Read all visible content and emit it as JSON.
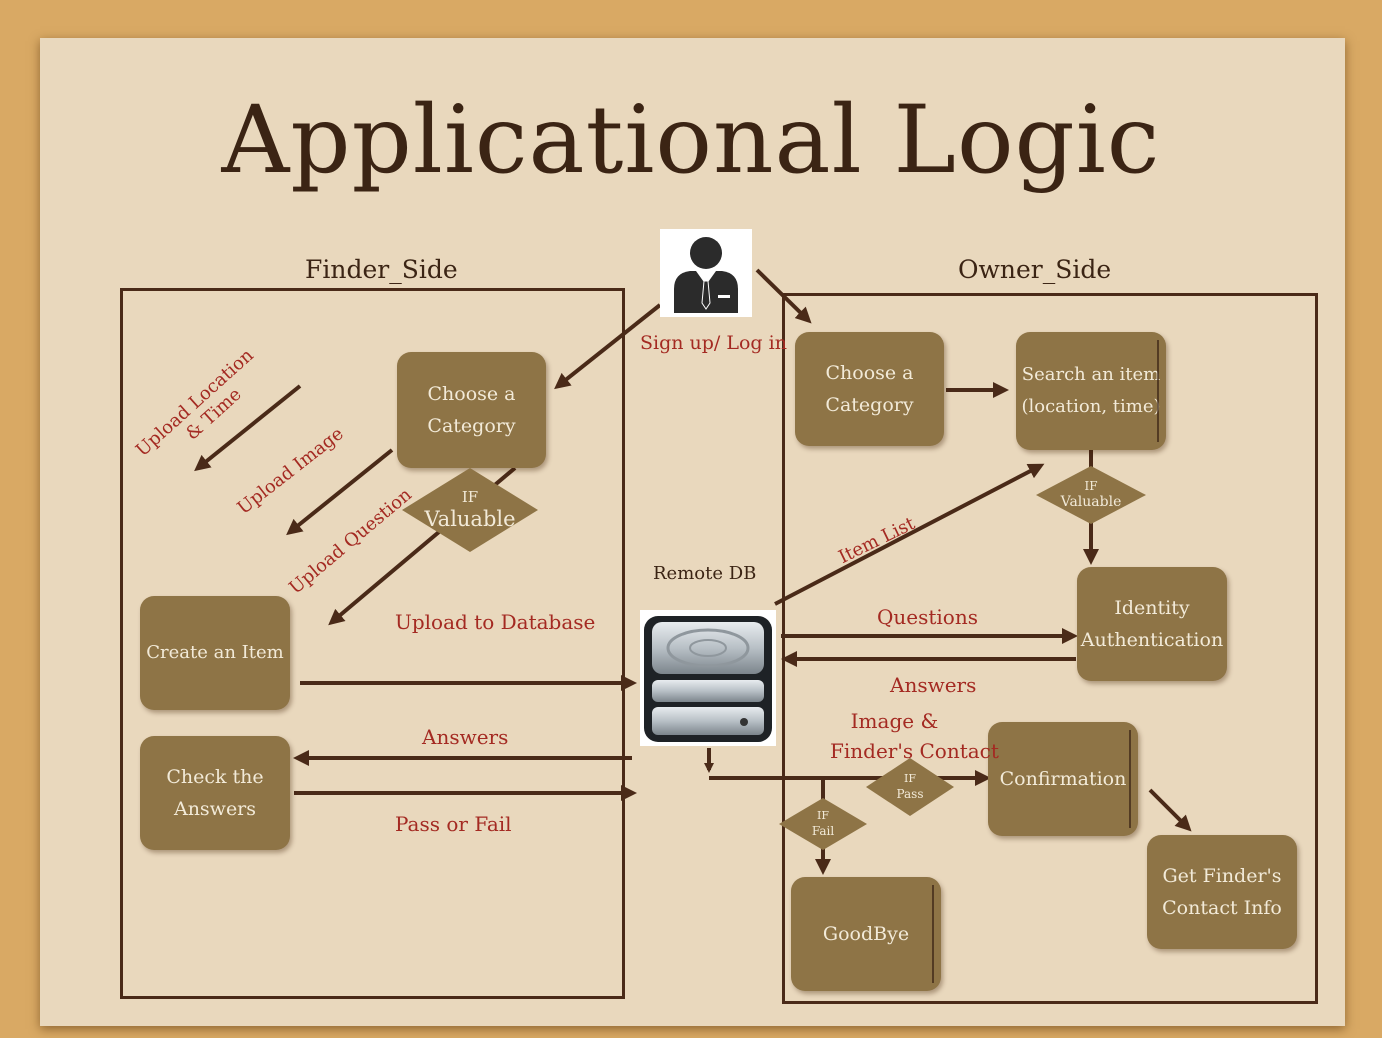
{
  "title": "Applicational Logic",
  "finder_side_label": "Finder_Side",
  "owner_side_label": "Owner_Side",
  "sign_up_label": "Sign up/ Log in",
  "remote_db_label": "Remote DB",
  "finder": {
    "choose_category": [
      "Choose a",
      "Category"
    ],
    "if_valuable": [
      "IF",
      "Valuable"
    ],
    "create_item": "Create an Item",
    "check_answers": [
      "Check the",
      "Answers"
    ],
    "upload_location": [
      "Upload Location",
      "& Time"
    ],
    "upload_image": "Upload Image",
    "upload_question": "Upload Question",
    "upload_to_database": "Upload to Database",
    "answers": "Answers",
    "pass_or_fail": "Pass or Fail"
  },
  "owner": {
    "choose_category": [
      "Choose a",
      "Category"
    ],
    "search_item": [
      "Search an item",
      "(location, time)"
    ],
    "if_valuable": [
      "IF",
      "Valuable"
    ],
    "identity_auth": [
      "Identity",
      "Authentication"
    ],
    "confirmation": "Confirmation",
    "get_finder_contact": [
      "Get Finder's",
      "Contact Info"
    ],
    "goodbye": "GoodBye",
    "if_pass": [
      "IF",
      "Pass"
    ],
    "if_fail": [
      "IF",
      "Fail"
    ],
    "item_list": "Item List",
    "questions": "Questions",
    "answers": "Answers",
    "image_contact": [
      "Image &",
      "Finder's Contact"
    ]
  },
  "icons": [
    "user-avatar-icon",
    "database-server-icon"
  ],
  "colors": {
    "node_fill": "#8e7446",
    "node_text": "#f2ead8",
    "edge_label": "#a42a22",
    "ink": "#3b2414",
    "paper": "#e9d8bd",
    "background": "#d9a964"
  }
}
